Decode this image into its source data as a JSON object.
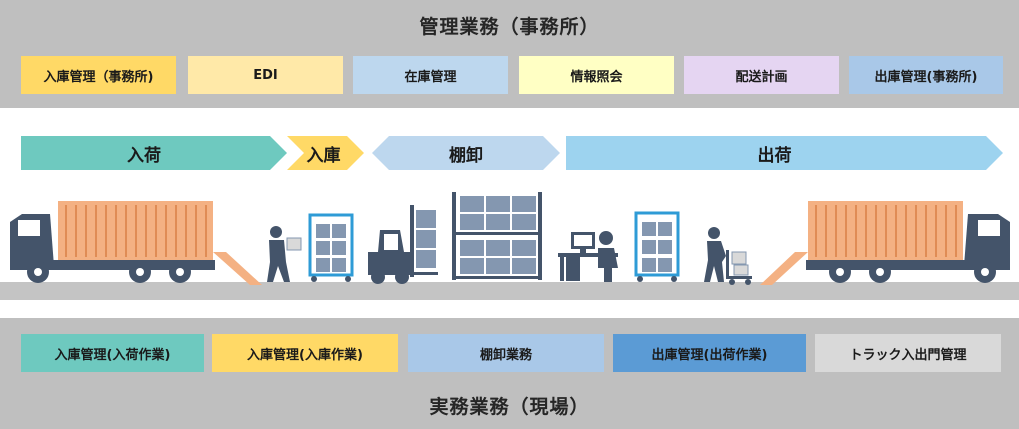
{
  "office": {
    "title": "管理業務（事務所）",
    "items": [
      {
        "label": "入庫管理（事務所)",
        "color": "#ffd966"
      },
      {
        "label": "EDI",
        "color": "#ffe9a8"
      },
      {
        "label": "在庫管理",
        "color": "#bdd7ee"
      },
      {
        "label": "情報照会",
        "color": "#ffffc4"
      },
      {
        "label": "配送計画",
        "color": "#e5d5f2"
      },
      {
        "label": "出庫管理(事務所)",
        "color": "#a9c8e8"
      }
    ]
  },
  "flow": {
    "steps": [
      {
        "label": "入荷",
        "color": "#6ec9bf"
      },
      {
        "label": "入庫",
        "color": "#ffd966"
      },
      {
        "label": "棚卸",
        "color": "#bdd7ee"
      },
      {
        "label": "出荷",
        "color": "#9dd3ef"
      }
    ]
  },
  "field": {
    "title": "実務業務（現場）",
    "items": [
      {
        "label": "入庫管理(入荷作業)",
        "color": "#6ec9bf"
      },
      {
        "label": "入庫管理(入庫作業)",
        "color": "#ffd966"
      },
      {
        "label": "棚卸業務",
        "color": "#a9c8e8"
      },
      {
        "label": "出庫管理(出荷作業)",
        "color": "#5b9bd5"
      },
      {
        "label": "トラック入出門管理",
        "color": "#d9d9d9"
      }
    ]
  },
  "illustration": {
    "icons": [
      "truck-left-icon",
      "worker-carrying-box-icon",
      "cage-cart-icon",
      "forklift-icon",
      "storage-rack-icon",
      "computer-desk-icon",
      "cage-cart-icon",
      "worker-pushing-cart-icon",
      "truck-right-icon"
    ],
    "colors": {
      "slate": "#44546a",
      "container": "#f4b183",
      "cart": "#2e9bd6",
      "box": "#8497b0"
    }
  }
}
